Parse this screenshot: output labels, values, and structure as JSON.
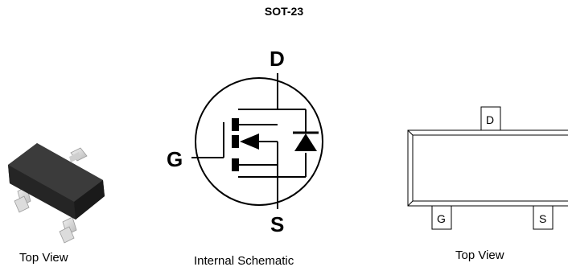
{
  "title": "SOT-23",
  "captions": {
    "left": "Top View",
    "middle": "Internal Schematic",
    "right": "Top View"
  },
  "schematic": {
    "drain": "D",
    "gate": "G",
    "source": "S"
  },
  "package_pins": {
    "top": "D",
    "bottom_left": "G",
    "bottom_right": "S"
  }
}
